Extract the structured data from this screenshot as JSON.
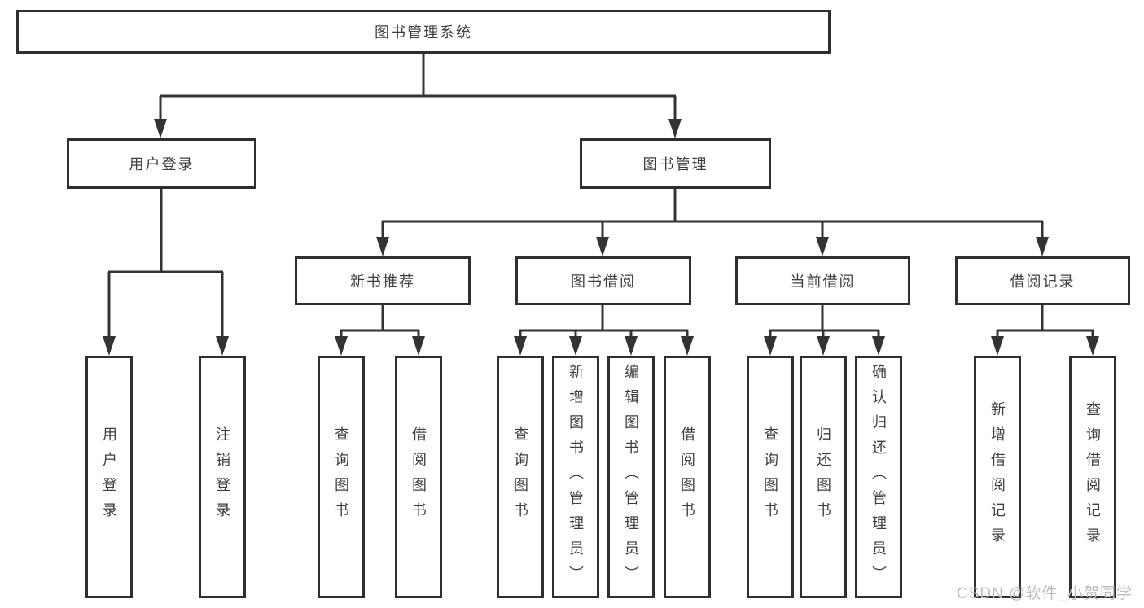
{
  "tree": {
    "root": {
      "label": "图书管理系统",
      "children": [
        {
          "label": "用户登录",
          "children": [
            {
              "label": "用户登录"
            },
            {
              "label": "注销登录"
            }
          ]
        },
        {
          "label": "图书管理",
          "children": [
            {
              "label": "新书推荐",
              "children": [
                {
                  "label": "查询图书"
                },
                {
                  "label": "借阅图书"
                }
              ]
            },
            {
              "label": "图书借阅",
              "children": [
                {
                  "label": "查询图书"
                },
                {
                  "label": "新增图书（管理员）"
                },
                {
                  "label": "编辑图书（管理员）"
                },
                {
                  "label": "借阅图书"
                }
              ]
            },
            {
              "label": "当前借阅",
              "children": [
                {
                  "label": "查询图书"
                },
                {
                  "label": "归还图书"
                },
                {
                  "label": "确认归还（管理员）"
                }
              ]
            },
            {
              "label": "借阅记录",
              "children": [
                {
                  "label": "新增借阅记录"
                },
                {
                  "label": "查询借阅记录"
                }
              ]
            }
          ]
        }
      ]
    }
  },
  "watermark": {
    "text": "CSDN @软件_小贺同学"
  },
  "colors": {
    "line": "#333333",
    "box_border": "#2f2f2f",
    "text": "#3f3f3f",
    "watermark": "#bdbdbd",
    "background": "#ffffff"
  }
}
